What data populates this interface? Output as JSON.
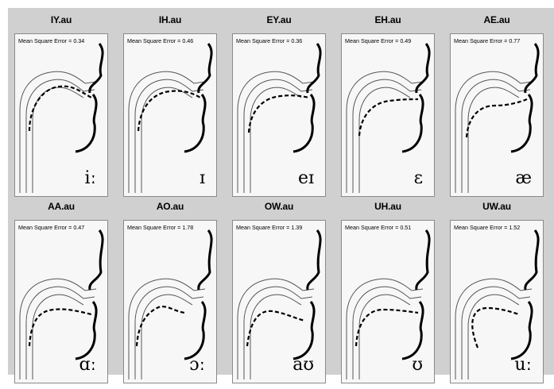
{
  "panels": [
    {
      "title": "IY.au",
      "mse": "Mean Square Error = 0.34",
      "ipa": "iː"
    },
    {
      "title": "IH.au",
      "mse": "Mean Square Error = 0.46",
      "ipa": "ɪ"
    },
    {
      "title": "EY.au",
      "mse": "Mean Square Error = 0.36",
      "ipa": "eɪ"
    },
    {
      "title": "EH.au",
      "mse": "Mean Square Error = 0.49",
      "ipa": "ɛ"
    },
    {
      "title": "AE.au",
      "mse": "Mean Square Error = 0.77",
      "ipa": "æ"
    },
    {
      "title": "AA.au",
      "mse": "Mean Square Error = 0.47",
      "ipa": "ɑː"
    },
    {
      "title": "AO.au",
      "mse": "Mean Square Error = 1.78",
      "ipa": "ɔː"
    },
    {
      "title": "OW.au",
      "mse": "Mean Square Error = 1.39",
      "ipa": "aʊ"
    },
    {
      "title": "UH.au",
      "mse": "Mean Square Error = 0.51",
      "ipa": "ʊ"
    },
    {
      "title": "UW.au",
      "mse": "Mean Square Error = 1.52",
      "ipa": "uː"
    }
  ]
}
